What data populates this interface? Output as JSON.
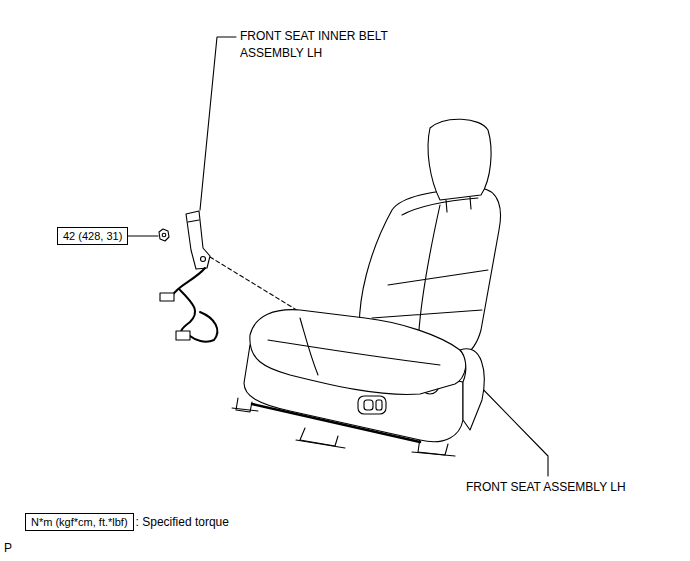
{
  "diagram": {
    "nodes": [
      {
        "text": [
          "42 (428, 31)"
        ]
      },
      {
        "text": [
          "N*m (kgf*cm, ft.*lbf)"
        ]
      }
    ],
    "labels": [
      "FRONT SEAT INNER BELT ASSEMBLY LH",
      "FRONT SEAT ASSEMBLY LH",
      ": Specified torque",
      "P"
    ]
  }
}
